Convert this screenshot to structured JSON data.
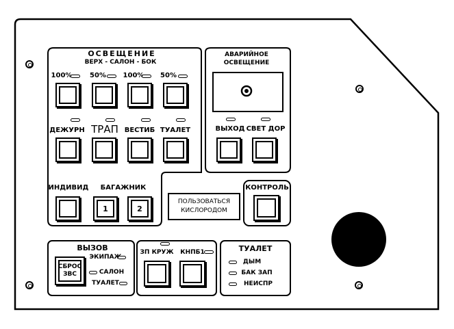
{
  "lighting": {
    "title": "ОСВЕЩЕНИЕ",
    "subtitle": "ВЕРХ - САЛОН - БОК",
    "pct": [
      "100%",
      "50%",
      "100%",
      "50%"
    ],
    "row2": [
      "ДЕЖУРН",
      "ТРАП",
      "ВЕСТИБ",
      "ТУАЛЕТ"
    ],
    "individ": "ИНДИВИД",
    "baggage": "БАГАЖНИК",
    "baggage_nums": [
      "1",
      "2"
    ]
  },
  "emergency": {
    "title_line1": "АВАРИЙНОЕ",
    "title_line2": "ОСВЕЩЕНИЕ",
    "exit": "ВЫХОД",
    "corridor": "СВЕТ ДОР"
  },
  "oxygen": {
    "line1": "ПОЛЬЗОВАТЬСЯ",
    "line2": "КИСЛОРОДОМ"
  },
  "control": "КОНТРОЛЬ",
  "call": {
    "title": "ВЫЗОВ",
    "reset_line1": "СБРОС",
    "reset_line2": "ЗВС",
    "items": [
      "ЭКИПАЖ",
      "САЛОН",
      "ТУАЛЕТ"
    ]
  },
  "buttons_mid": [
    "ЗП КРУЖ",
    "КНПБ1"
  ],
  "toilet": {
    "title": "ТУАЛЕТ",
    "items": [
      "ДЫМ",
      "БАК ЗАП",
      "НЕИСПР"
    ]
  }
}
